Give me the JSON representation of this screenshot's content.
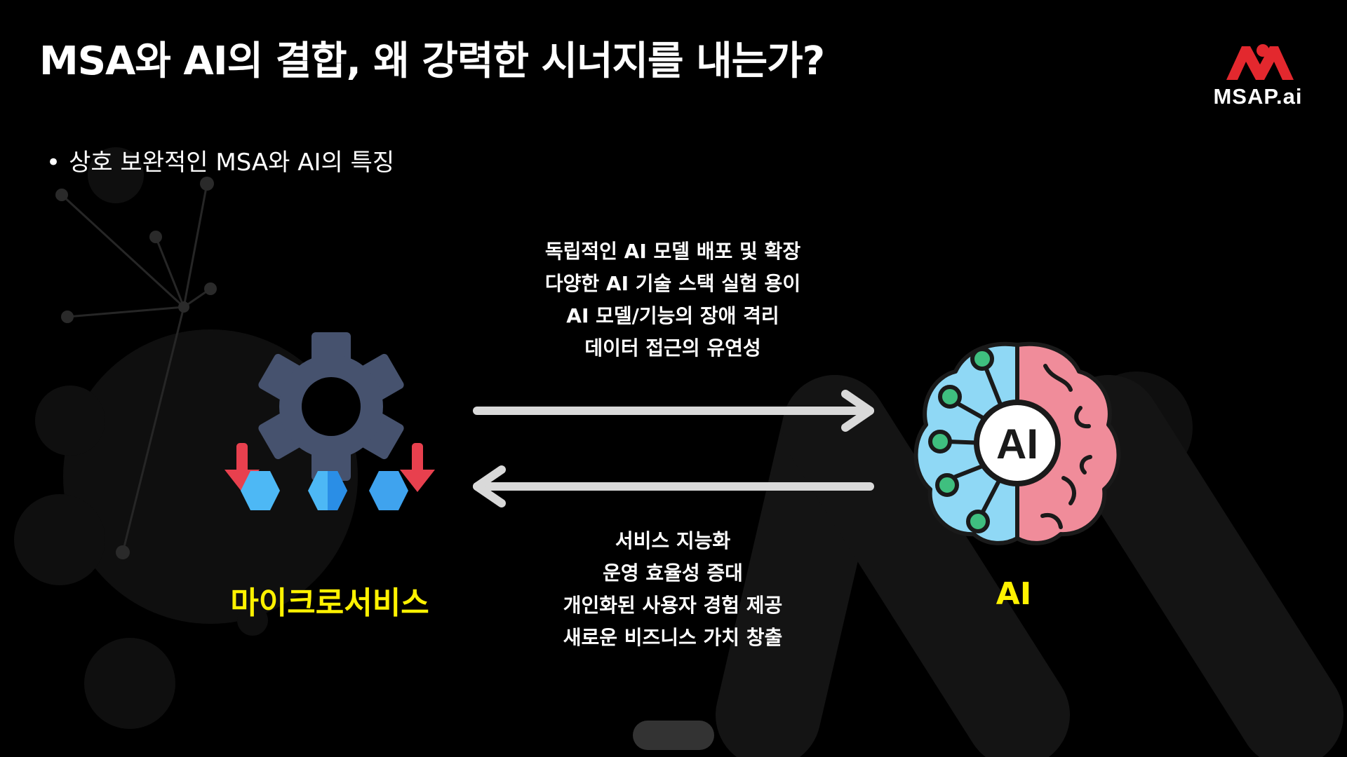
{
  "slide": {
    "title": "MSA와 AI의 결합, 왜 강력한 시너지를 내는가?",
    "bullet": "상호 보완적인 MSA와 AI의 특징"
  },
  "logo": {
    "text": "MSAP.ai",
    "color": "#E3282E"
  },
  "nodes": {
    "microservices": {
      "label": "마이크로서비스",
      "icon": "gear-with-hexagons-icon"
    },
    "ai": {
      "label": "AI",
      "icon": "brain-circuit-icon",
      "badge": "AI"
    }
  },
  "arrows": {
    "to_ai": {
      "lines": [
        "독립적인 AI 모델 배포 및 확장",
        "다양한 AI 기술 스택 실험 용이",
        "AI 모델/기능의 장애 격리",
        "데이터 접근의 유연성"
      ]
    },
    "to_microservices": {
      "lines": [
        "서비스 지능화",
        "운영 효율성 증대",
        "개인화된 사용자 경험 제공",
        "새로운 비즈니스 가치 창출"
      ]
    }
  },
  "colors": {
    "label": "#FFF200",
    "gear": "#46526E",
    "down_arrow": "#E8404E",
    "hex": "#4DB8F5",
    "brain_left": "#8FD8F5",
    "brain_right": "#F08C9A",
    "node_dot": "#3FBF7F",
    "arrow": "#D9D9D9"
  }
}
